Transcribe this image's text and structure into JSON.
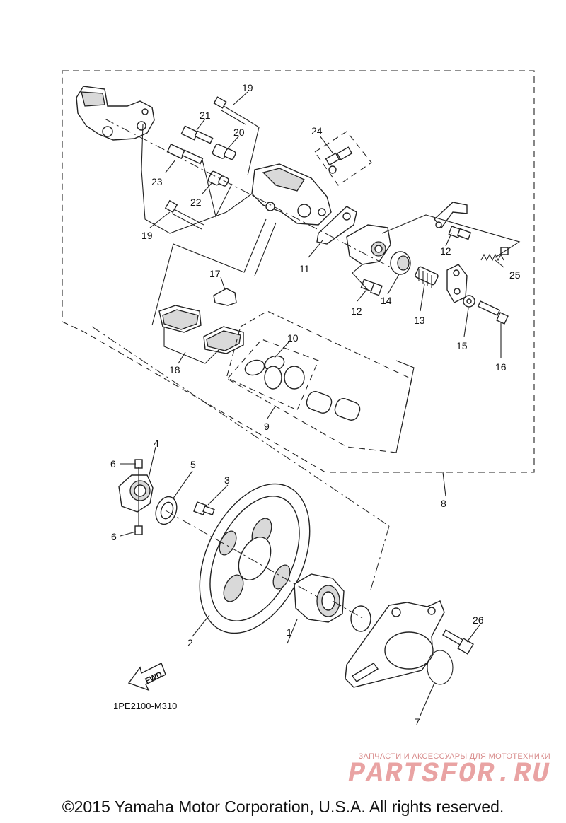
{
  "diagram": {
    "part_numbers": [
      "1",
      "2",
      "3",
      "4",
      "5",
      "6",
      "6",
      "7",
      "8",
      "9",
      "10",
      "11",
      "12",
      "12",
      "13",
      "14",
      "15",
      "16",
      "17",
      "18",
      "19",
      "19",
      "20",
      "21",
      "22",
      "23",
      "24",
      "25",
      "26"
    ],
    "drawing_code": "1PE2100-M310",
    "fwd_label": "FWD"
  },
  "watermark": {
    "tagline": "ЗАПЧАСТИ И АКСЕССУАРЫ ДЛЯ МОТОТЕХНИКИ",
    "logo_text": "PARTSFOR.RU"
  },
  "footer": {
    "copyright": "©2015 Yamaha Motor Corporation, U.S.A. All rights reserved."
  }
}
